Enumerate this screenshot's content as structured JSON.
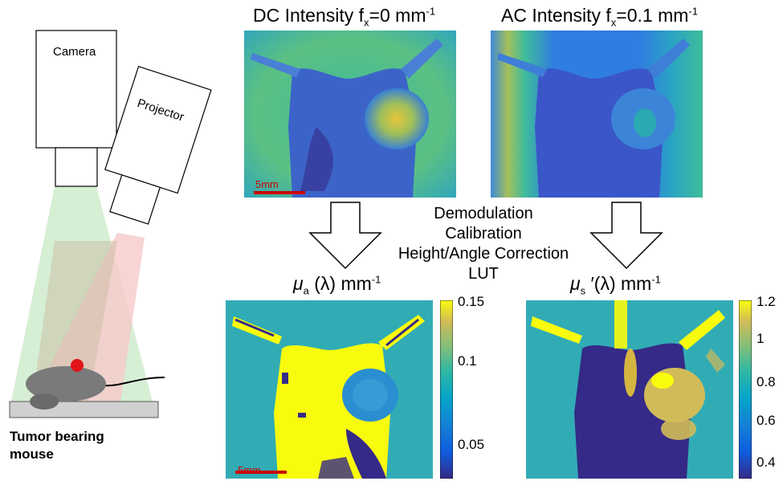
{
  "titles": {
    "dc_prefix": "DC Intensity f",
    "dc_sub": "x",
    "dc_suffix": "=0 mm",
    "dc_sup": "-1",
    "ac_prefix": "AC Intensity f",
    "ac_sub": "x",
    "ac_suffix": "=0.1 mm",
    "ac_sup": "-1",
    "mua_symbol": "μ",
    "mua_sub": "a",
    "mua_suffix": " (λ) mm",
    "mua_sup": "-1",
    "mus_symbol": "μ",
    "mus_sub": "s",
    "mus_suffix": " ′(λ) mm",
    "mus_sup": "-1"
  },
  "processing_steps": [
    "Demodulation",
    "Calibration",
    "Height/Angle Correction",
    "LUT"
  ],
  "setup": {
    "camera_label": "Camera",
    "projector_label": "Projector",
    "caption_line1": "Tumor bearing",
    "caption_line2": "mouse"
  },
  "scale_bars": {
    "dc": "5mm",
    "mua": "5mm"
  },
  "colorbars": {
    "mua_ticks": [
      "0.15",
      "0.1",
      "0.05"
    ],
    "mus_ticks": [
      "1.2",
      "1",
      "0.8",
      "0.6",
      "0.4"
    ]
  },
  "colors": {
    "parula_dark": "#352a87",
    "parula_blue": "#3c64c8",
    "parula_cyan": "#20a9c1",
    "parula_teal": "#3fbc9a",
    "parula_green": "#a5be5a",
    "parula_yellow": "#f9fb0e",
    "scale_bar": "#cc0000",
    "tumor_marker": "#e0161b",
    "mouse_gray": "#7a7a7a"
  }
}
